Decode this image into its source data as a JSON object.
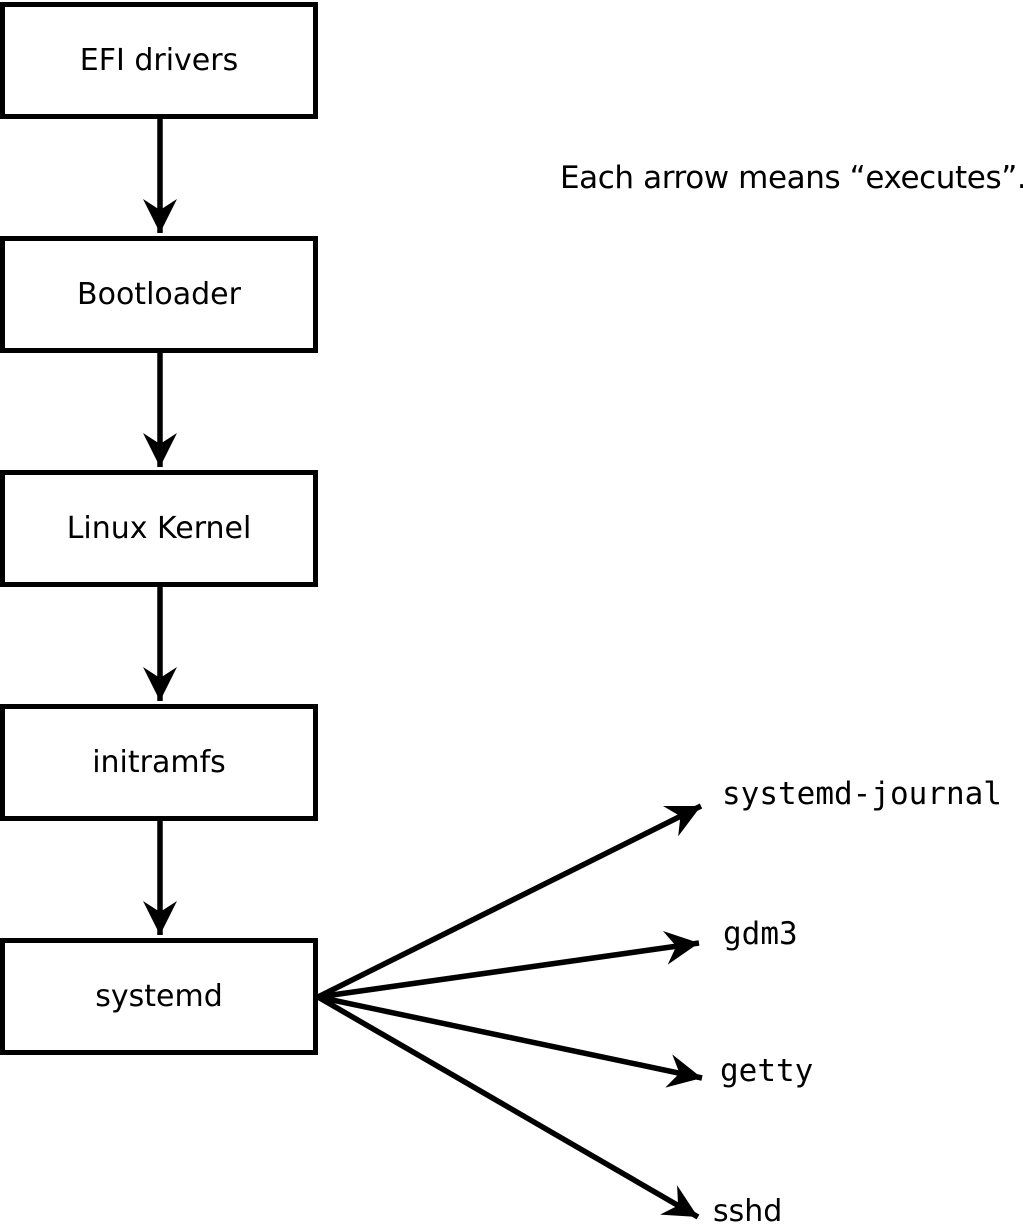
{
  "diagram": {
    "note": "Each arrow means “executes”.",
    "boot_chain": [
      {
        "label": "EFI drivers"
      },
      {
        "label": "Bootloader"
      },
      {
        "label": "Linux Kernel"
      },
      {
        "label": "initramfs"
      },
      {
        "label": "systemd"
      }
    ],
    "systemd_spawns": [
      {
        "label": "systemd-journal"
      },
      {
        "label": "gdm3"
      },
      {
        "label": "getty"
      },
      {
        "label": "sshd"
      }
    ],
    "colors": {
      "ink": "#000000",
      "box_fill": "#ffffff",
      "background": "#ffffff"
    }
  }
}
